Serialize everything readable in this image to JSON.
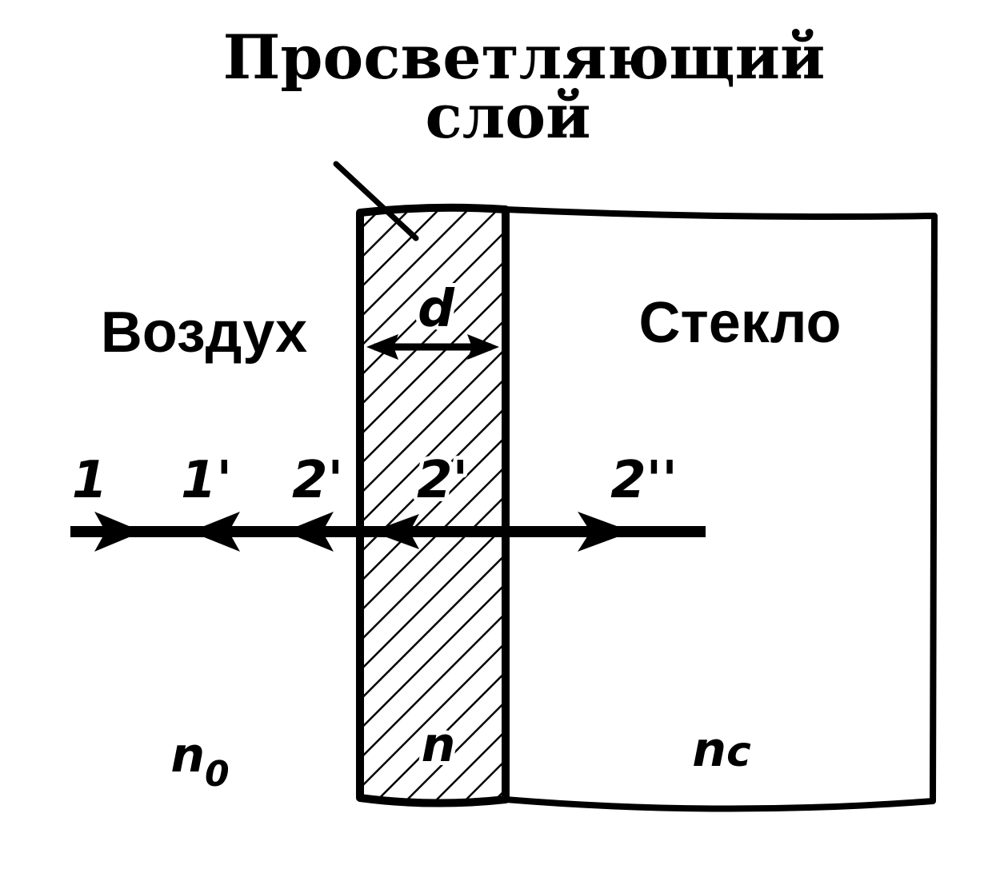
{
  "title": {
    "line1": "Просветляющий",
    "line2": "слой"
  },
  "regions": {
    "air": "Воздух",
    "glass": "Стекло"
  },
  "thickness_label": "d",
  "ray_labels": {
    "r1": "1",
    "r1p": "1'",
    "r2p_left": "2'",
    "r2p_inside": "2'",
    "r2pp": "2''"
  },
  "index_labels": {
    "air_base": "n",
    "air_sub": "0",
    "layer": "n",
    "glass_base": "n",
    "glass_sub": "c"
  }
}
